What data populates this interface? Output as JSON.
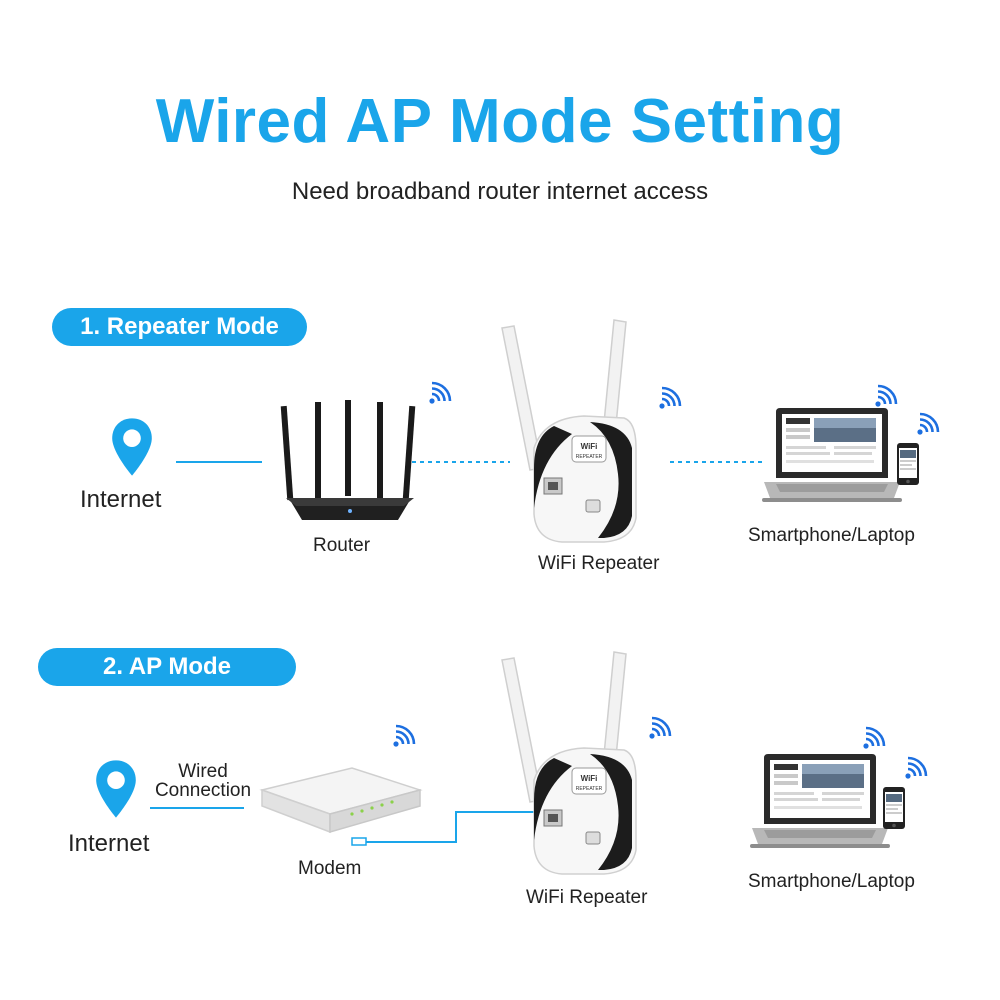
{
  "title": "Wired AP Mode Setting",
  "subtitle": "Need broadband router internet access",
  "colors": {
    "accent": "#1aa5ea",
    "text": "#222222",
    "device_dark": "#1e1e1e",
    "device_light": "#f4f4f4"
  },
  "sections": [
    {
      "heading": "1. Repeater Mode",
      "nodes": {
        "internet": "Internet",
        "router": "Router",
        "repeater": "WiFi Repeater",
        "clients": "Smartphone/Laptop"
      }
    },
    {
      "heading": "2. AP Mode",
      "nodes": {
        "internet": "Internet",
        "wired": [
          "Wired",
          "Connection"
        ],
        "modem": "Modem",
        "repeater": "WiFi Repeater",
        "clients": "Smartphone/Laptop"
      }
    }
  ],
  "icons": [
    "location-pin-icon",
    "wifi-signal-icon",
    "router-device",
    "wifi-repeater-device",
    "laptop-device",
    "smartphone-device",
    "modem-device"
  ]
}
